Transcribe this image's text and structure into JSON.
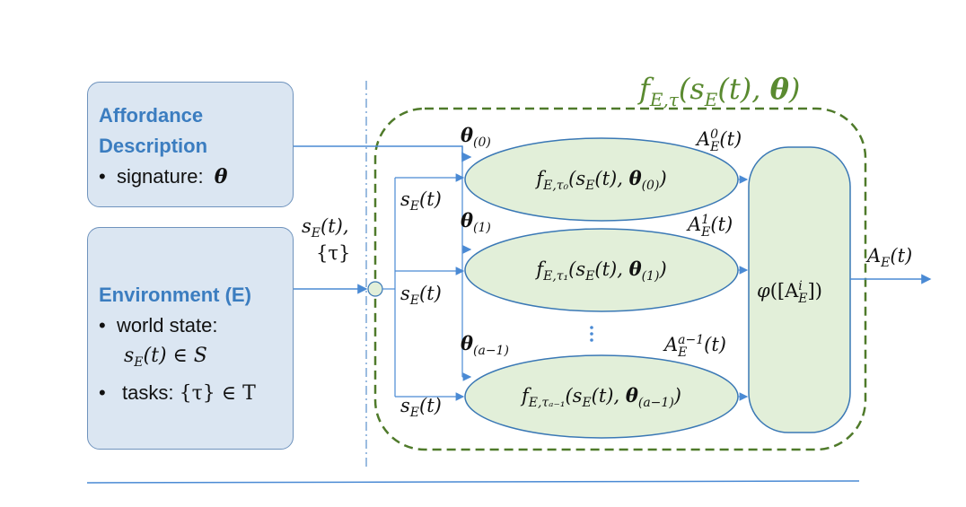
{
  "affordance_box": {
    "title_line1": "Affordance",
    "title_line2": "Description",
    "bullet": "signature:",
    "symbol": "θ"
  },
  "environment_box": {
    "title": "Environment (E)",
    "bullet1": "world state:",
    "bullet1_math": "s",
    "bullet1_math_sub": "E",
    "bullet1_math_rest": "(t) ∈ S",
    "bullet2": "tasks:",
    "bullet2_math": "{τ} ∈ T"
  },
  "input_label": {
    "line1_s": "s",
    "line1_sub": "E",
    "line1_rest": "(t),",
    "line2": "{τ}"
  },
  "module_title": {
    "f": "f",
    "sub": "E,τ",
    "rest_open": "(s",
    "rest_sub": "E",
    "rest_mid": "(t), ",
    "theta": "θ",
    "close": ")"
  },
  "branches": [
    {
      "theta_label": "θ",
      "theta_sub": "(0)",
      "state_s": "s",
      "state_sub": "E",
      "state_rest": "(t)",
      "out_A": "A",
      "out_sup": "0",
      "out_sub": "E",
      "out_rest": "(t)",
      "fn_f": "f",
      "fn_sub": "E,τ₀",
      "fn_args_open": "(s",
      "fn_args_sub": "E",
      "fn_args_mid": "(t), ",
      "fn_theta": "θ",
      "fn_theta_sub": "(0)",
      "fn_close": ")"
    },
    {
      "theta_label": "θ",
      "theta_sub": "(1)",
      "state_s": "s",
      "state_sub": "E",
      "state_rest": "(t)",
      "out_A": "A",
      "out_sup": "1",
      "out_sub": "E",
      "out_rest": "(t)",
      "fn_f": "f",
      "fn_sub": "E,τ₁",
      "fn_args_open": "(s",
      "fn_args_sub": "E",
      "fn_args_mid": "(t), ",
      "fn_theta": "θ",
      "fn_theta_sub": "(1)",
      "fn_close": ")"
    },
    {
      "theta_label": "θ",
      "theta_sub": "(a−1)",
      "state_s": "s",
      "state_sub": "E",
      "state_rest": "(t)",
      "out_A": "A",
      "out_sup": "a−1",
      "out_sub": "E",
      "out_rest": "(t)",
      "fn_f": "f",
      "fn_sub": "E,τₐ₋₁",
      "fn_args_open": "(s",
      "fn_args_sub": "E",
      "fn_args_mid": "(t), ",
      "fn_theta": "θ",
      "fn_theta_sub": "(a−1)",
      "fn_close": ")"
    }
  ],
  "aggregator": {
    "phi": "φ",
    "open": "([A",
    "sup": "i",
    "sub": "E",
    "close": "])"
  },
  "output_label": {
    "A": "A",
    "sub": "E",
    "rest": "(t)"
  },
  "colors": {
    "box_fill": "#dbe6f2",
    "box_border": "#6f93bd",
    "title_blue": "#3b7dc0",
    "ellipse_fill": "#e2efd9",
    "ellipse_border": "#3a78b5",
    "dashed_green": "#4f7a2a",
    "arrow_blue": "#4a8ad4",
    "title_green": "#5a8a30"
  }
}
